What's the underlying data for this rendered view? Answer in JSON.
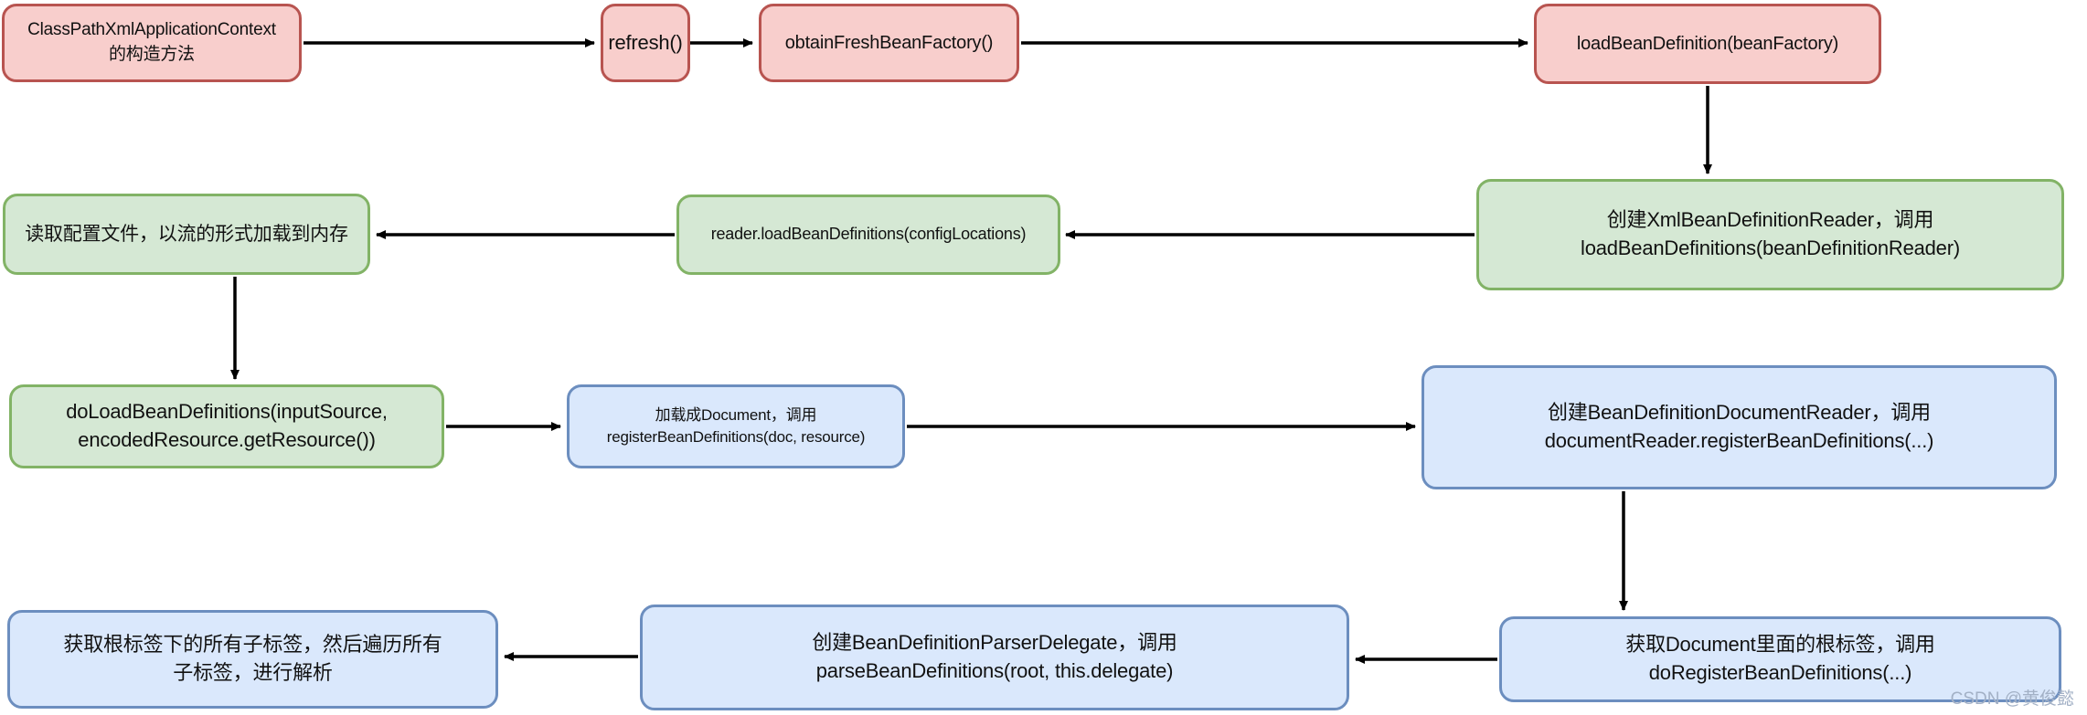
{
  "diagram": {
    "watermark": "CSDN @黄俊懿",
    "colors": {
      "red_fill": "#f8cecc",
      "red_stroke": "#b85450",
      "green_fill": "#d5e8d4",
      "green_stroke": "#82b366",
      "blue_fill": "#dae8fc",
      "blue_stroke": "#6c8ebf",
      "arrow": "#000000",
      "background": "#ffffff"
    },
    "nodes": {
      "constructor": {
        "label": "ClassPathXmlApplicationContext\n的构造方法"
      },
      "refresh": {
        "label": "refresh()"
      },
      "obtain_factory": {
        "label": "obtainFreshBeanFactory()"
      },
      "load_bean_def": {
        "label": "loadBeanDefinition(beanFactory)"
      },
      "create_xml_reader": {
        "label": "创建XmlBeanDefinitionReader，调用\nloadBeanDefinitions(beanDefinitionReader)"
      },
      "reader_load": {
        "label": "reader.loadBeanDefinitions(configLocations)"
      },
      "read_config": {
        "label": "读取配置文件，以流的形式加载到内存"
      },
      "do_load": {
        "label": "doLoadBeanDefinitions(inputSource,\nencodedResource.getResource())"
      },
      "load_document": {
        "label": "加载成Document，调用\nregisterBeanDefinitions(doc, resource)"
      },
      "create_doc_reader": {
        "label": "创建BeanDefinitionDocumentReader，调用\ndocumentReader.registerBeanDefinitions(...)"
      },
      "get_root_tag": {
        "label": "获取Document里面的根标签，调用\ndoRegisterBeanDefinitions(...)"
      },
      "create_delegate": {
        "label": "创建BeanDefinitionParserDelegate，调用\nparseBeanDefinitions(root, this.delegate)"
      },
      "get_child_tags": {
        "label": "获取根标签下的所有子标签，然后遍历所有\n子标签，进行解析"
      }
    }
  }
}
